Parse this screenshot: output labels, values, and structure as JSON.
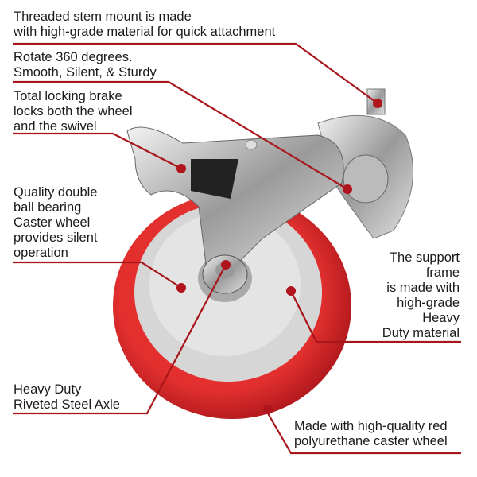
{
  "callouts": {
    "stem": "Threaded stem mount is made\nwith high-grade material for quick attachment",
    "rotate": "Rotate 360 degrees.\nSmooth, Silent, & Sturdy",
    "brake": "Total locking brake\nlocks both the wheel\nand the swivel",
    "bearing": "Quality double\nball bearing\nCaster wheel\nprovides silent\noperation",
    "frame": "The support\nframe\nis made with\nhigh-grade\nHeavy\nDuty material",
    "axle": "Heavy Duty\nRiveted Steel Axle",
    "wheel": "Made with high-quality red\npolyurethane caster wheel"
  },
  "colors": {
    "accent": "#b0141c",
    "wheel": "#d8252b",
    "hub": "#dcdcdc"
  }
}
